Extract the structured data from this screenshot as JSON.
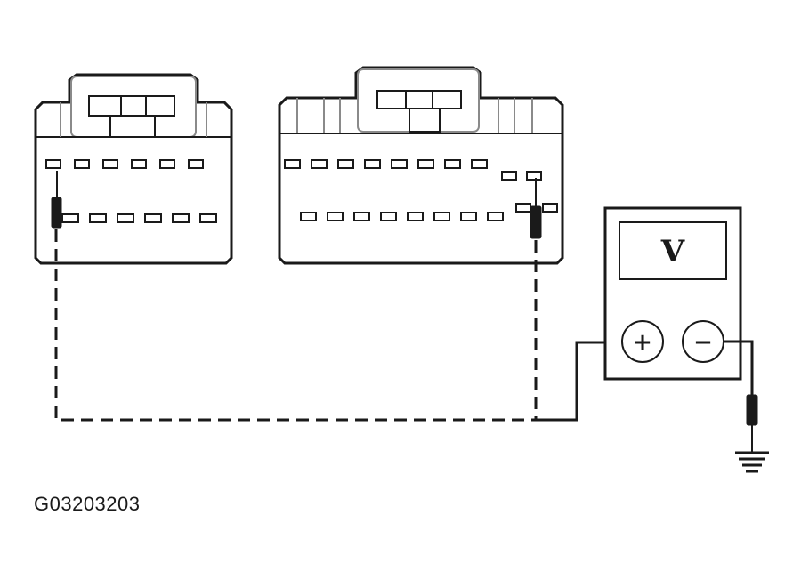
{
  "figure": {
    "id_label": "G03203203"
  },
  "meter": {
    "unit_symbol": "V",
    "positive_symbol": "+",
    "negative_symbol": "−"
  },
  "connectors": {
    "left": {
      "top_row_pins": 6,
      "bottom_row_pins": 6
    },
    "right": {
      "top_row_pins": 8,
      "bottom_row_pins": 8
    }
  },
  "colors": {
    "line": "#1a1a1a",
    "latch": "#8a8a8a",
    "background": "#ffffff"
  }
}
